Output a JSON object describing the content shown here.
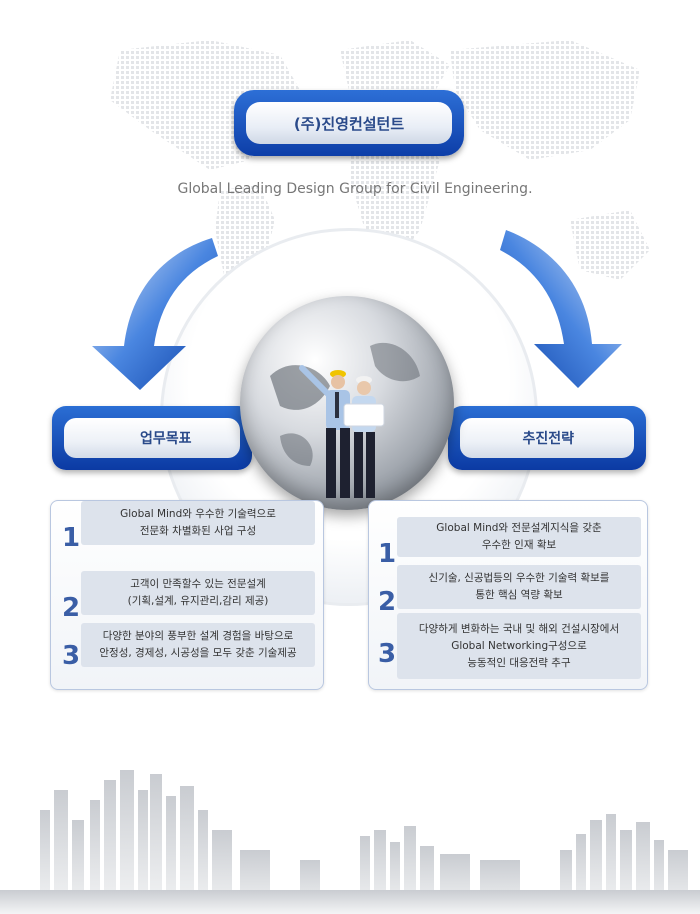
{
  "company_title": "(주)진영컨설턴트",
  "tagline": "Global Leading Design Group for Civil Engineering.",
  "left_section": {
    "title": "업무목표",
    "items": [
      {
        "number": "1",
        "text": "Global Mind와 우수한 기술력으로\n전문화 차별화된 사업 구성"
      },
      {
        "number": "2",
        "text": "고객이 만족할수 있는 전문설계\n(기획,설계, 유지관리,감리 제공)"
      },
      {
        "number": "3",
        "text": "다양한 분야의 풍부한 설계 경험을 바탕으로\n안정성, 경제성, 시공성을 모두 갖춘 기술제공"
      }
    ]
  },
  "right_section": {
    "title": "추진전략",
    "items": [
      {
        "number": "1",
        "text": "Global Mind와 전문설계지식을 갖춘\n우수한 인재 확보"
      },
      {
        "number": "2",
        "text": "신기술, 신공법등의 우수한 기술력 확보를\n통한 핵심 역량 확보"
      },
      {
        "number": "3",
        "text": "다양하게 변화하는 국내 및 해외 건설시장에서\nGlobal Networking구성으로\n능동적인 대응전략 추구"
      }
    ]
  },
  "colors": {
    "accent_blue": "#1a56c4",
    "number_blue": "#3a5ea6",
    "item_bg": "#dde3ec"
  },
  "icons": [
    "world-map-image",
    "globe-with-engineers-image",
    "curved-arrow-left-icon",
    "curved-arrow-right-icon",
    "city-skyline-image"
  ]
}
